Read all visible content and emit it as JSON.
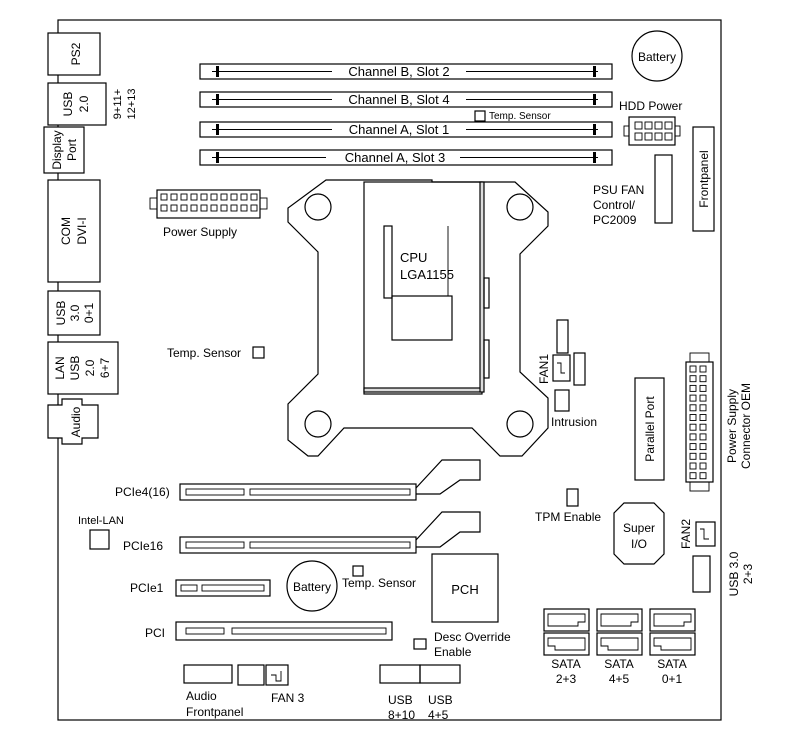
{
  "labels": {
    "ps2": "PS2",
    "usb20_top_a": "USB",
    "usb20_top_b": "2.0",
    "usb_ports_a": "9+11+",
    "usb_ports_b": "12+13",
    "display_a": "Display",
    "display_b": "Port",
    "com": "COM",
    "dvi": "DVI-I",
    "usb30_a": "USB",
    "usb30_b": "3.0",
    "usb30_c": "0+1",
    "lan_a": "LAN",
    "lan_b": "USB",
    "lan_c": "2.0",
    "lan_d": "6+7",
    "audio": "Audio",
    "battery_top": "Battery",
    "hdd_power": "HDD Power",
    "ch_b2": "Channel B, Slot 2",
    "ch_b4": "Channel B, Slot 4",
    "ch_a1": "Channel A, Slot 1",
    "ch_a3": "Channel A, Slot 3",
    "temp_sensor_top": "Temp. Sensor",
    "power_supply": "Power Supply",
    "psu_fan_a": "PSU FAN",
    "psu_fan_b": "Control/",
    "psu_fan_c": "PC2009",
    "frontpanel": "Frontpanel",
    "cpu_a": "CPU",
    "cpu_b": "LGA1155",
    "temp_sensor_left": "Temp. Sensor",
    "fan1": "FAN1",
    "intrusion": "Intrusion",
    "parallel_port": "Parallel Port",
    "psu_conn_a": "Power Supply",
    "psu_conn_b": "Connector OEM",
    "pcie4": "PCIe4(16)",
    "intel_lan": "Intel-LAN",
    "tpm_enable": "TPM Enable",
    "super_io_a": "Super",
    "super_io_b": "I/O",
    "fan2": "FAN2",
    "pcie16": "PCIe16",
    "usb30_right_a": "USB 3.0",
    "usb30_right_b": "2+3",
    "pcie1": "PCIe1",
    "battery_bottom": "Battery",
    "temp_sensor_bottom": "Temp. Sensor",
    "pch": "PCH",
    "pci": "PCI",
    "desc_override_a": "Desc Override",
    "desc_override_b": "Enable",
    "sata_23_a": "SATA",
    "sata_23_b": "2+3",
    "sata_45_a": "SATA",
    "sata_45_b": "4+5",
    "sata_01_a": "SATA",
    "sata_01_b": "0+1",
    "audio_fp_a": "Audio",
    "audio_fp_b": "Frontpanel",
    "fan3": "FAN 3",
    "usb810_a": "USB",
    "usb810_b": "8+10",
    "usb45_a": "USB",
    "usb45_b": "4+5"
  }
}
